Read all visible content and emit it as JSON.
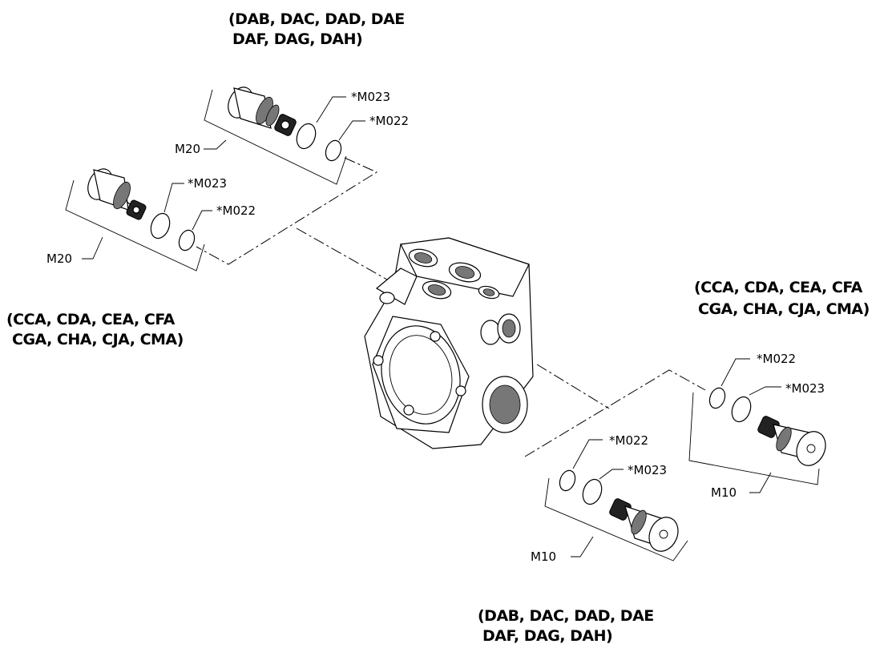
{
  "groups": {
    "top_left": [
      "(DAB, DAC, DAD, DAE",
      "DAF, DAG, DAH)"
    ],
    "mid_left": [
      "(CCA, CDA, CEA, CFA",
      "CGA, CHA, CJA, CMA)"
    ],
    "mid_right": [
      "(CCA, CDA, CEA, CFA",
      "CGA, CHA, CJA, CMA)"
    ],
    "bottom_right": [
      "(DAB, DAC, DAD, DAE",
      "DAF, DAG, DAH)"
    ]
  },
  "callouts": {
    "tl_m023": "*M023",
    "tl_m022": "*M022",
    "tl_m20": "M20",
    "ml_m023": "*M023",
    "ml_m022": "*M022",
    "ml_m20": "M20",
    "mr_m022": "*M022",
    "mr_m023": "*M023",
    "mr_m10": "M10",
    "br_m022": "*M022",
    "br_m023": "*M023",
    "br_m10": "M10"
  }
}
